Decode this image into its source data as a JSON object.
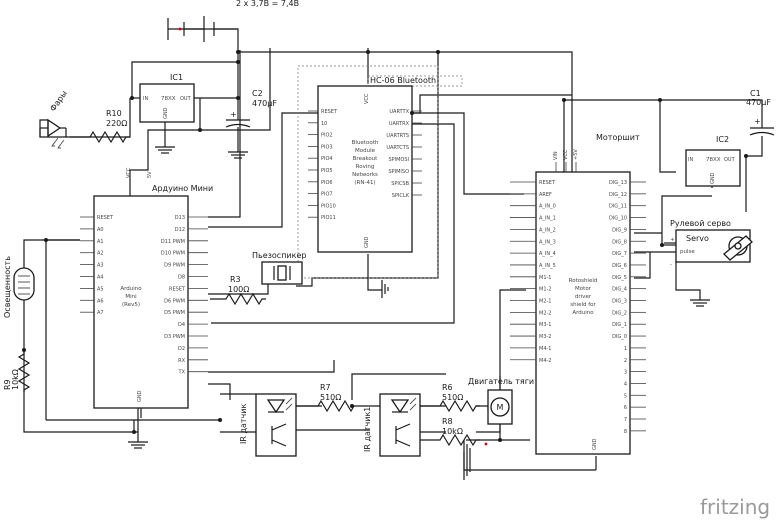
{
  "battery": {
    "label": "2 x 3,7В = 7,4В"
  },
  "ic1": {
    "name": "IC1",
    "part": "78XX",
    "pin_in": "IN",
    "pin_out": "OUT",
    "pin_gnd": "GND"
  },
  "ic2": {
    "name": "IC2",
    "part": "78XX",
    "pin_in": "IN",
    "pin_out": "OUT",
    "pin_gnd": "GND"
  },
  "c2": {
    "name": "C2",
    "value": "470µF"
  },
  "c1": {
    "name": "C1",
    "value": "470µF"
  },
  "leds": {
    "label": "Фары"
  },
  "r10": {
    "name": "R10",
    "value": "220Ω"
  },
  "r3": {
    "name": "R3",
    "value": "100Ω"
  },
  "r7": {
    "name": "R7",
    "value": "510Ω"
  },
  "r6": {
    "name": "R6",
    "value": "510Ω"
  },
  "r8": {
    "name": "R8",
    "value": "10kΩ"
  },
  "r9": {
    "name": "R9",
    "value": "10kΩ"
  },
  "ldr": {
    "label": "Освещенность"
  },
  "arduino": {
    "title": "Ардуино Мини",
    "body": [
      "Arduino",
      "Mini",
      "(Rev5)"
    ],
    "top_pins": [
      "VCC",
      "5V"
    ],
    "gnd": "GND",
    "left_pins": [
      "RESET",
      "A0",
      "A1",
      "A2",
      "A3",
      "A4",
      "A5",
      "A6",
      "A7"
    ],
    "right_pins": [
      "D13",
      "D12",
      "D11 PWM",
      "D10 PWM",
      "D9 PWM",
      "D8",
      "RESET",
      "D6 PWM",
      "D5 PWM",
      "D4",
      "D3 PWM",
      "D2",
      "RX",
      "TX"
    ]
  },
  "bluetooth": {
    "title": "HC-06 Bluetooth",
    "body": [
      "Bluetooth",
      "Module",
      "Breakout",
      "Roving",
      "Networks",
      "(RN-41)"
    ],
    "vcc": "VCC",
    "gnd": "GND",
    "left_pins": [
      "RESET",
      "10",
      "PIO2",
      "PIO3",
      "PIO4",
      "PIO5",
      "PIO6",
      "PIO7",
      "PIO10",
      "PIO11"
    ],
    "right_pins": [
      "UARTTX",
      "UARTRX",
      "UARTRTS",
      "UARTCTS",
      "SPIMOSI",
      "SPIMISO",
      "SPICSB",
      "SPICLK"
    ]
  },
  "motorshield": {
    "title": "Моторшит",
    "body": [
      "Rotoshield",
      "Motor",
      "driver",
      "shield for",
      "Arduino"
    ],
    "top_pins": [
      "VIN",
      "VCC",
      "+5V"
    ],
    "gnd": "GND",
    "left_pins": [
      "RESET",
      "AREF",
      "A_IN_0",
      "A_IN_1",
      "A_IN_2",
      "A_IN_3",
      "A_IN_4",
      "A_IN_5",
      "M1-1",
      "M1-2",
      "M2-1",
      "M2-2",
      "M3-1",
      "M3-2",
      "M4-1",
      "M4-2"
    ],
    "right_pins": [
      "DIG_13",
      "DIG_12",
      "DIG_11",
      "DIG_10",
      "DIG_9",
      "DIG_8",
      "DIG_7",
      "DIG_6",
      "DIG_5",
      "DIG_4",
      "DIG_3",
      "DIG_2",
      "DIG_1",
      "DIG_0",
      "1",
      "2",
      "3",
      "4",
      "5",
      "6",
      "7",
      "8"
    ]
  },
  "servo": {
    "label": "Рулевой серво",
    "name": "Servo",
    "pin_plus": "+",
    "pin_pulse": "pulse",
    "pin_minus": "-"
  },
  "piezo": {
    "label": "Пьезоспикер"
  },
  "ir1": {
    "label": "IR датчик"
  },
  "ir2": {
    "label": "IR датчик1"
  },
  "motor": {
    "label": "Двигатель тяги",
    "symbol": "M"
  },
  "logo": {
    "text": "fritzing"
  }
}
